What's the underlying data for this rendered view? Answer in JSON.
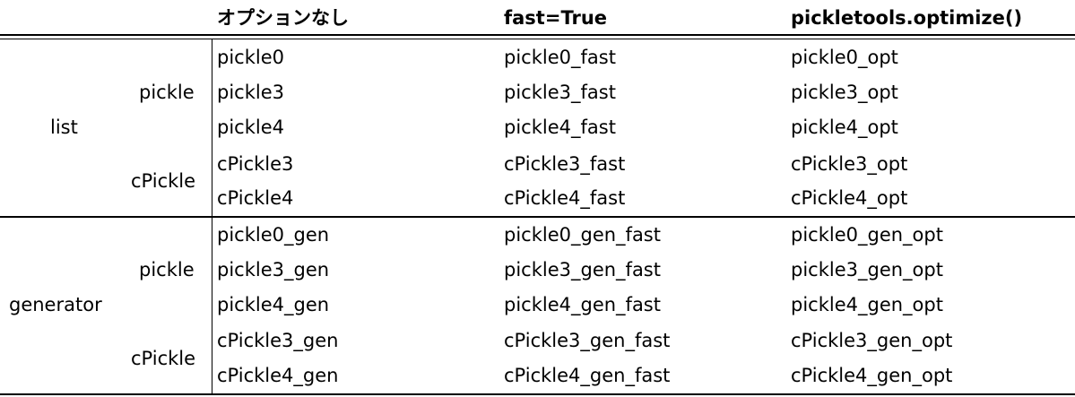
{
  "headers": [
    "オプションなし",
    "fast=True",
    "pickletools.optimize()"
  ],
  "groups": [
    {
      "label": "list",
      "subgroups": [
        {
          "label": "pickle",
          "rows": [
            [
              "pickle0",
              "pickle0_fast",
              "pickle0_opt"
            ],
            [
              "pickle3",
              "pickle3_fast",
              "pickle3_opt"
            ],
            [
              "pickle4",
              "pickle4_fast",
              "pickle4_opt"
            ]
          ]
        },
        {
          "label": "cPickle",
          "rows": [
            [
              "cPickle3",
              "cPickle3_fast",
              "cPickle3_opt"
            ],
            [
              "cPickle4",
              "cPickle4_fast",
              "cPickle4_opt"
            ]
          ]
        }
      ]
    },
    {
      "label": "generator",
      "subgroups": [
        {
          "label": "pickle",
          "rows": [
            [
              "pickle0_gen",
              "pickle0_gen_fast",
              "pickle0_gen_opt"
            ],
            [
              "pickle3_gen",
              "pickle3_gen_fast",
              "pickle3_gen_opt"
            ],
            [
              "pickle4_gen",
              "pickle4_gen_fast",
              "pickle4_gen_opt"
            ]
          ]
        },
        {
          "label": "cPickle",
          "rows": [
            [
              "cPickle3_gen",
              "cPickle3_gen_fast",
              "cPickle3_gen_opt"
            ],
            [
              "cPickle4_gen",
              "cPickle4_gen_fast",
              "cPickle4_gen_opt"
            ]
          ]
        }
      ]
    }
  ]
}
